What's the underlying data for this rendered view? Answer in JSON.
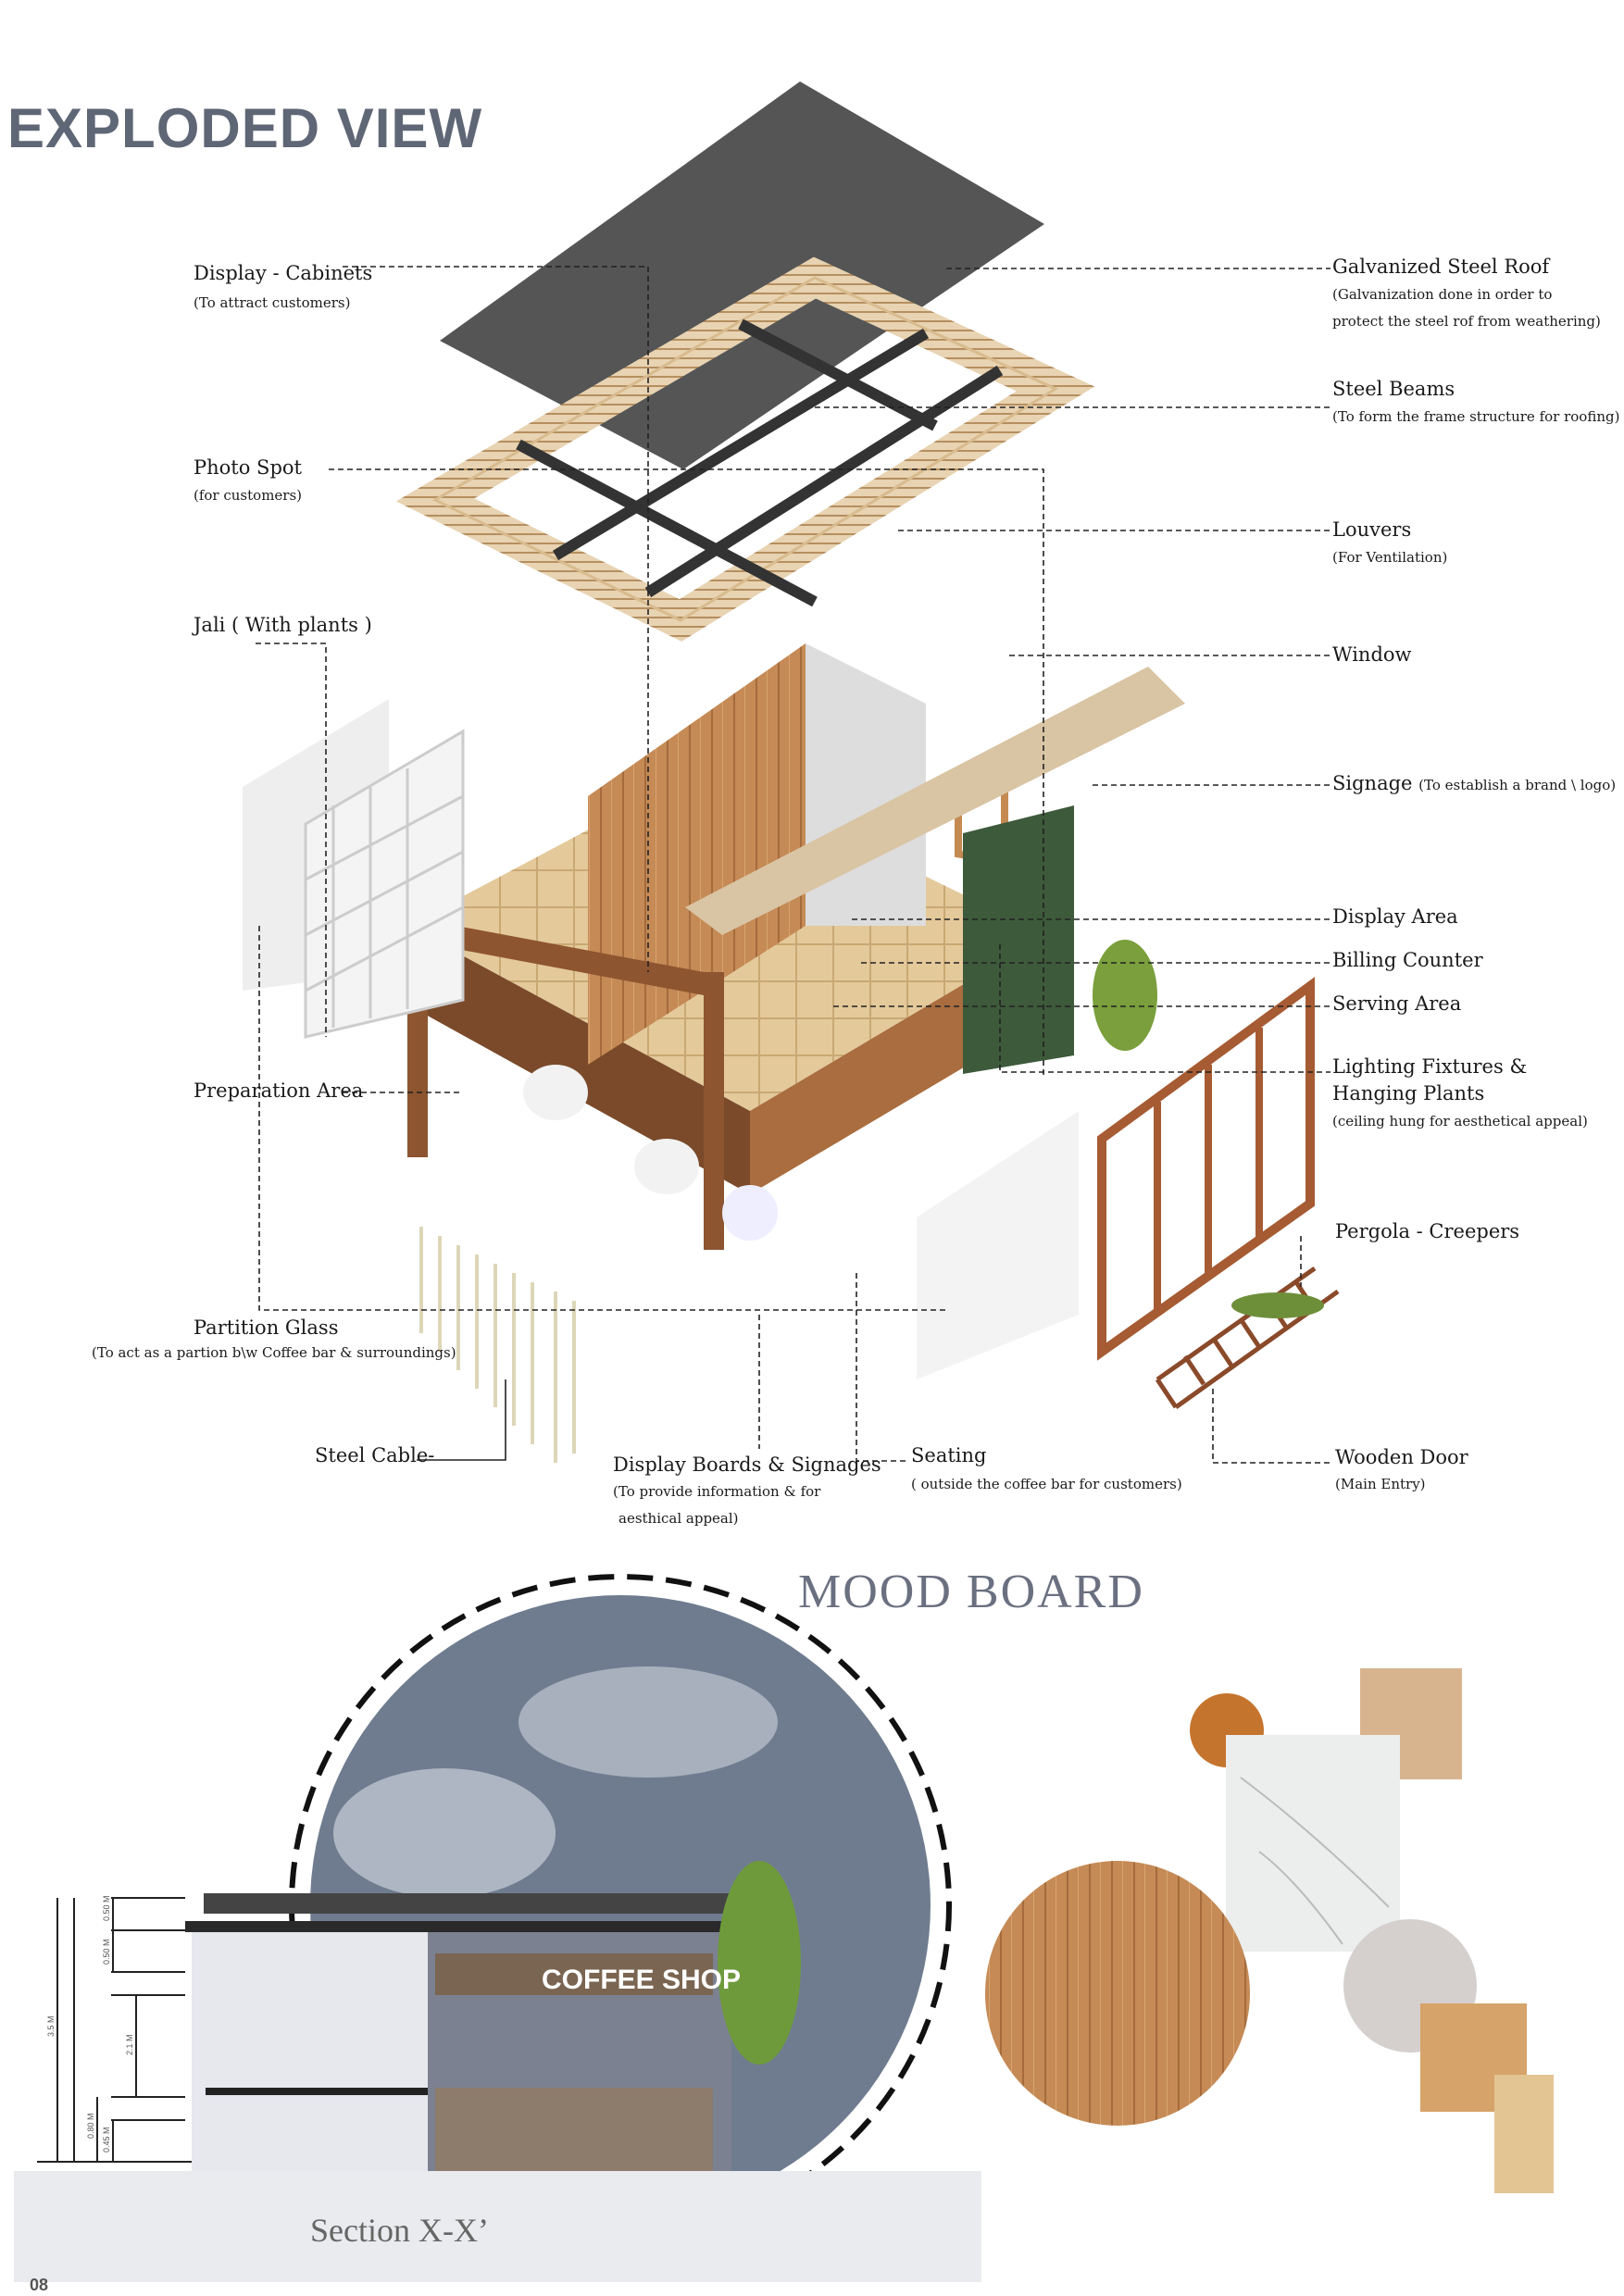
{
  "exploded_view": {
    "title": "EXPLODED VIEW",
    "labels_left": {
      "display_cabinets": {
        "name": "Display - Cabinets",
        "note": "(To attract customers)"
      },
      "photo_spot": {
        "name": "Photo Spot",
        "note": "(for customers)"
      },
      "jali": {
        "name": "Jali ( With plants )"
      },
      "preparation_area": {
        "name": "Preparation Area"
      },
      "partition_glass": {
        "name": "Partition Glass",
        "note": "(To act as a partion b\\w Coffee bar & surroundings)"
      },
      "steel_cable": {
        "name": "Steel Cable-"
      },
      "display_boards": {
        "name": "Display Boards & Signages",
        "note1": "(To provide information & for",
        "note2": "aesthical appeal)"
      },
      "seating": {
        "name": "Seating",
        "note": "( outside the coffee bar for customers)"
      }
    },
    "labels_right": {
      "roof": {
        "name": "Galvanized Steel Roof",
        "note1": "(Galvanization done in order to",
        "note2": "protect the steel rof from weathering)"
      },
      "beams": {
        "name": "Steel Beams",
        "note": "(To form the frame structure for roofing)"
      },
      "louvers": {
        "name": "Louvers",
        "note": "(For Ventilation)"
      },
      "window": {
        "name": "Window"
      },
      "signage": {
        "name": "Signage",
        "note": "(To establish a brand \\ logo)"
      },
      "display_area": {
        "name": "Display Area"
      },
      "billing_counter": {
        "name": "Billing Counter"
      },
      "serving_area": {
        "name": "Serving Area"
      },
      "lighting": {
        "name1": "Lighting Fixtures &",
        "name2": "Hanging Plants",
        "note": "(ceiling hung for aesthetical appeal)"
      },
      "pergola": {
        "name": "Pergola - Creepers"
      },
      "door": {
        "name": "Wooden Door",
        "note": "(Main Entry)"
      }
    }
  },
  "mood_board": {
    "title": "MOOD BOARD"
  },
  "section": {
    "title": "Section X-X’",
    "sign_text": "COFFEE SHOP",
    "dimensions": {
      "total": "3.5 M",
      "d1": "0.50 M",
      "d2": "0.50 M",
      "d3": "2.1 M",
      "d4": "0.80 M",
      "d5": "0.45 M"
    }
  },
  "page_number": "08",
  "colors": {
    "title": "#5f6675",
    "roof": "#555555",
    "wood": "#9a5a32",
    "sky": "#6f7c8f"
  }
}
